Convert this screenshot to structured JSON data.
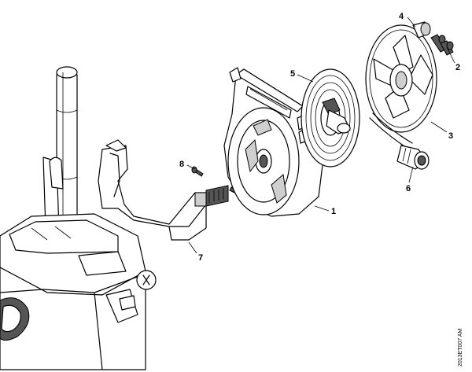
{
  "diagram": {
    "callouts": [
      {
        "id": "1",
        "label": "1"
      },
      {
        "id": "2",
        "label": "2"
      },
      {
        "id": "3",
        "label": "3"
      },
      {
        "id": "4",
        "label": "4"
      },
      {
        "id": "5",
        "label": "5"
      },
      {
        "id": "6",
        "label": "6"
      },
      {
        "id": "7",
        "label": "7"
      },
      {
        "id": "8",
        "label": "8"
      }
    ],
    "drawing_code": "2013ET007 AM"
  }
}
